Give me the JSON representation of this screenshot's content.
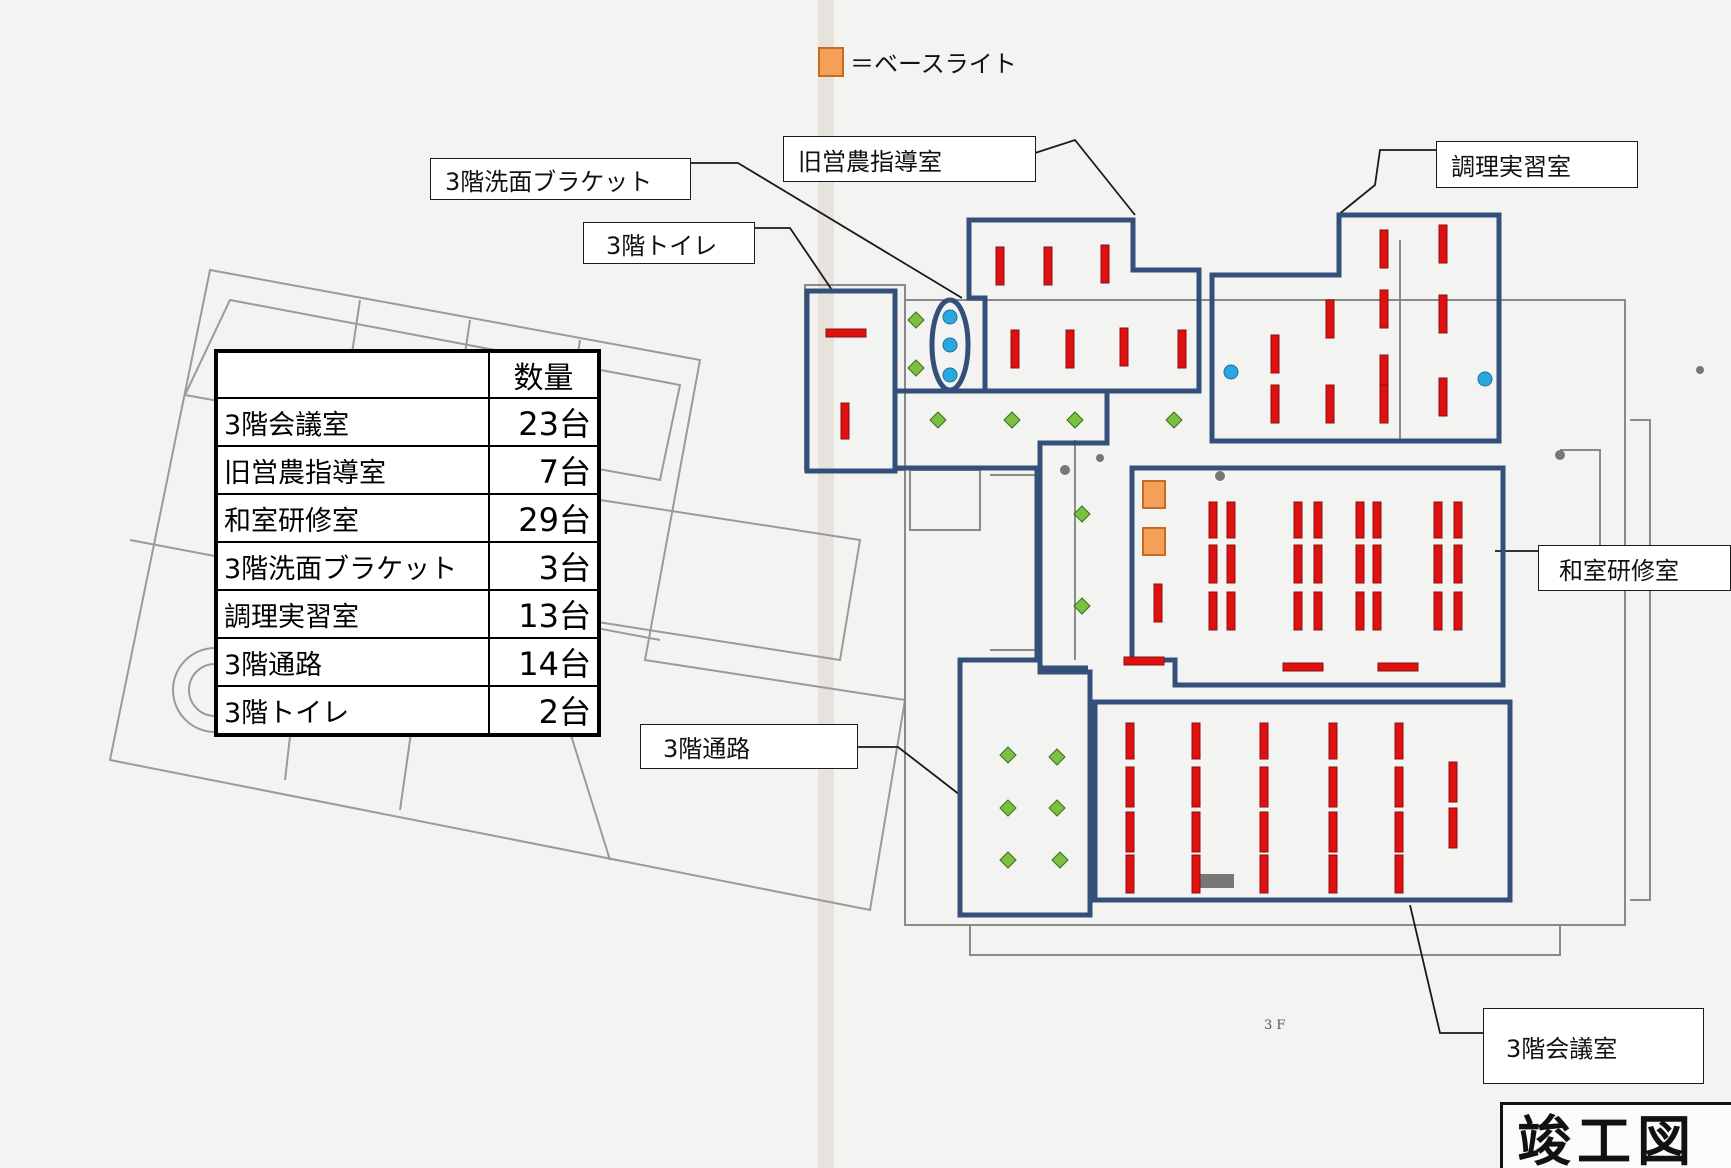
{
  "legend": {
    "swatch_color": "#f5a05a",
    "text": "＝ベースライト"
  },
  "table": {
    "header": {
      "name": "",
      "qty": "数量"
    },
    "rows": [
      {
        "name": "3階会議室",
        "qty": "23台"
      },
      {
        "name": "旧営農指導室",
        "qty": "7台"
      },
      {
        "name": "和室研修室",
        "qty": "29台"
      },
      {
        "name": "3階洗面ブラケット",
        "qty": "3台"
      },
      {
        "name": "調理実習室",
        "qty": "13台"
      },
      {
        "name": "3階通路",
        "qty": "14台"
      },
      {
        "name": "3階トイレ",
        "qty": "2台"
      }
    ]
  },
  "callouts": {
    "senmen": "3階洗面ブラケット",
    "kyueino": "旧営農指導室",
    "chouri": "調理実習室",
    "toilet": "3階トイレ",
    "washitsu": "和室研修室",
    "tsuro": "3階通路",
    "kaigi": "3階会議室"
  },
  "floor_label": "3 F",
  "stamp": "竣工図",
  "colors": {
    "room_outline": "#34507a",
    "fixture": "#e01010",
    "corridor_light": "#7ac142",
    "bracket_light": "#29a8e0",
    "base_light": "#f5a05a",
    "drawing_line": "#8a8a8a"
  },
  "fixture_counts": {
    "3階会議室": 23,
    "旧営農指導室": 7,
    "和室研修室": 29,
    "3階洗面ブラケット": 3,
    "調理実習室": 13,
    "3階通路": 14,
    "3階トイレ": 2
  }
}
